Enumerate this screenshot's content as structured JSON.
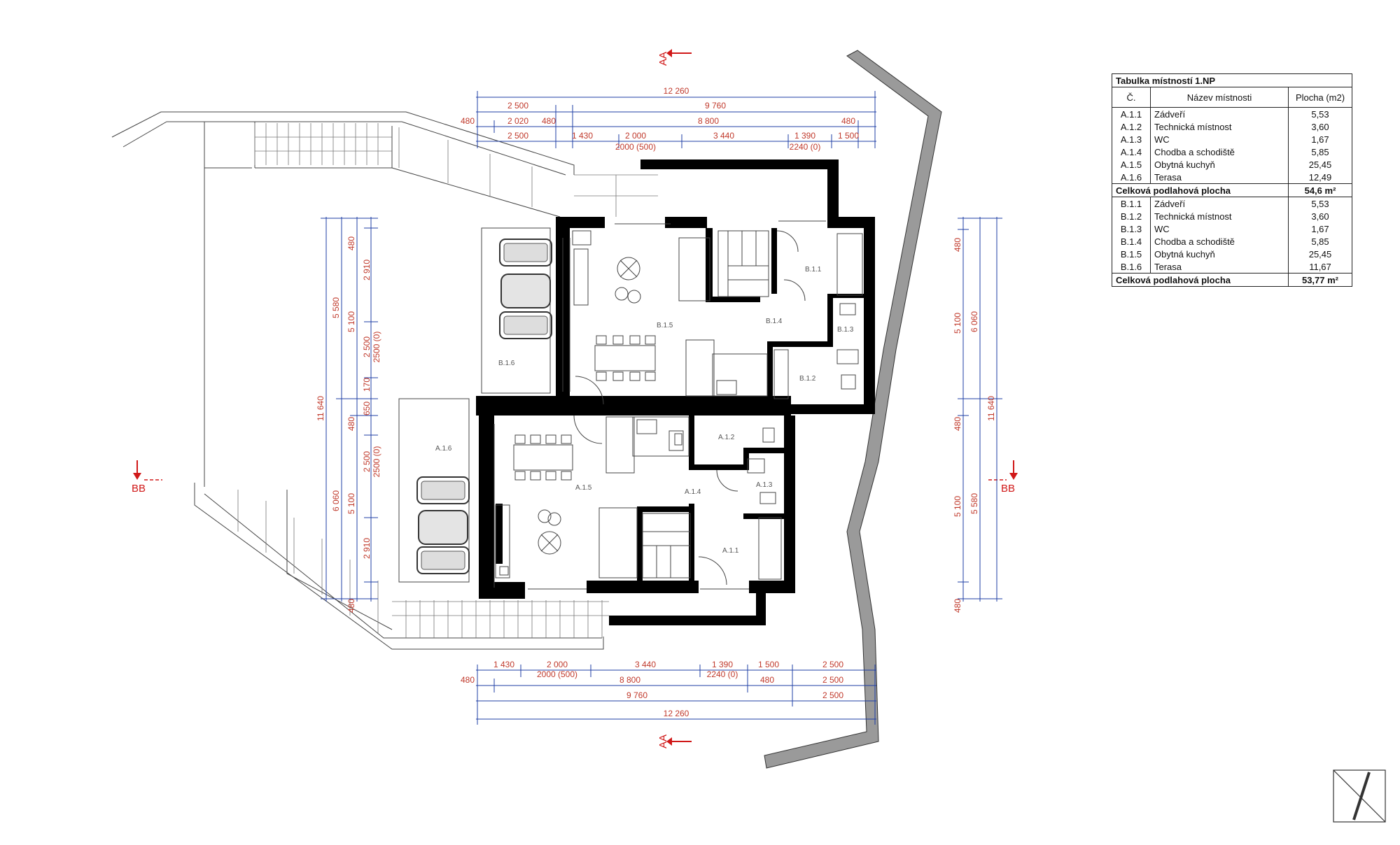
{
  "table": {
    "title": "Tabulka místností 1.NP",
    "headers": [
      "Č.",
      "Název místnosti",
      "Plocha (m2)"
    ],
    "rows_a": [
      [
        "A.1.1",
        "Zádveří",
        "5,53"
      ],
      [
        "A.1.2",
        "Technická místnost",
        "3,60"
      ],
      [
        "A.1.3",
        "WC",
        "1,67"
      ],
      [
        "A.1.4",
        "Chodba a schodiště",
        "5,85"
      ],
      [
        "A.1.5",
        "Obytná kuchyň",
        "25,45"
      ],
      [
        "A.1.6",
        "Terasa",
        "12,49"
      ]
    ],
    "total_a": [
      "Celková podlahová plocha",
      "54,6 m²"
    ],
    "rows_b": [
      [
        "B.1.1",
        "Zádveří",
        "5,53"
      ],
      [
        "B.1.2",
        "Technická místnost",
        "3,60"
      ],
      [
        "B.1.3",
        "WC",
        "1,67"
      ],
      [
        "B.1.4",
        "Chodba a schodiště",
        "5,85"
      ],
      [
        "B.1.5",
        "Obytná kuchyň",
        "25,45"
      ],
      [
        "B.1.6",
        "Terasa",
        "11,67"
      ]
    ],
    "total_b": [
      "Celková podlahová plocha",
      "53,77 m²"
    ]
  },
  "sections": {
    "aa": "AA",
    "bb": "BB"
  },
  "rooms": {
    "b11": "B.1.1",
    "b12": "B.1.2",
    "b13": "B.1.3",
    "b14": "B.1.4",
    "b15": "B.1.5",
    "b16": "B.1.6",
    "a11": "A.1.1",
    "a12": "A.1.2",
    "a13": "A.1.3",
    "a14": "A.1.4",
    "a15": "A.1.5",
    "a16": "A.1.6"
  },
  "dims": {
    "top": {
      "r1": "12 260",
      "r2": [
        "2 500",
        "9 760"
      ],
      "r3": [
        "480",
        "2 020",
        "480",
        "8 800",
        "480"
      ],
      "r4": [
        "2 500",
        "1 430",
        "2 000",
        "3 440",
        "1 390",
        "1 500"
      ],
      "r4sub": [
        "2000 (500)",
        "2240 (0)"
      ]
    },
    "bottom": {
      "r1": [
        "1 430",
        "2 000",
        "3 440",
        "1 390",
        "1 500",
        "2 500"
      ],
      "r1sub": [
        "2000 (500)",
        "2240 (0)"
      ],
      "r2": [
        "480",
        "8 800",
        "480",
        "2 500"
      ],
      "r3": [
        "9 760",
        "2 500"
      ],
      "r4": "12 260"
    },
    "left": {
      "outer": "11 640",
      "mid": [
        "5 580",
        "6 060"
      ],
      "inner": [
        "5 100",
        "480",
        "5 100",
        "480"
      ],
      "detail": [
        "480",
        "2 910",
        "2 500",
        "2500 (0)",
        "170",
        "650",
        "2 500",
        "2500 (0)",
        "2 910"
      ]
    },
    "right": {
      "outer": "11 640",
      "mid": [
        "6 060",
        "5 580"
      ],
      "inner": [
        "480",
        "5 100",
        "480",
        "5 100",
        "480"
      ]
    }
  }
}
